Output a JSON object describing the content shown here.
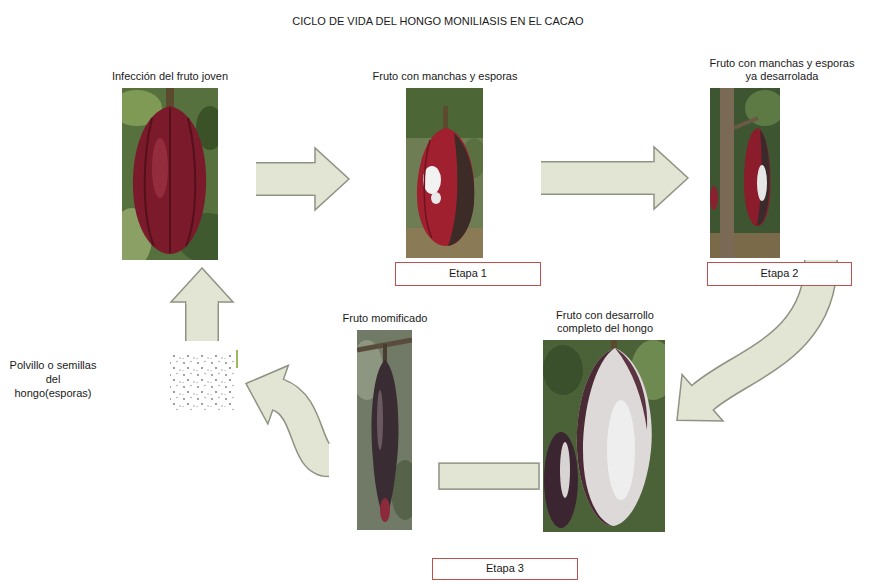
{
  "diagram": {
    "title": "CICLO DE VIDA DEL HONGO MONILIASIS EN EL CACAO",
    "nodes": [
      {
        "text": [
          "Infección del fruto joven"
        ]
      },
      {
        "text": [
          "Fruto con manchas y esporas"
        ]
      },
      {
        "text": [
          "Etapa 1"
        ]
      },
      {
        "text": [
          "Fruto con manchas y esporas ya desarrolada"
        ]
      },
      {
        "text": [
          "Etapa 2"
        ]
      },
      {
        "text": [
          "Fruto con desarrollo completo del hongo"
        ]
      },
      {
        "text": [
          "Fruto momificado"
        ]
      },
      {
        "text": [
          "Polvillo o semillas del hongo(esporas)"
        ]
      },
      {
        "text": [
          "Etapa 3"
        ]
      }
    ],
    "edges": [
      {
        "from": 0,
        "to": 1,
        "arrow": "to"
      },
      {
        "from": 1,
        "to": 3,
        "arrow": "to"
      },
      {
        "from": 3,
        "to": 5,
        "arrow": "to"
      },
      {
        "from": 5,
        "to": 6,
        "arrow": "none"
      },
      {
        "from": 6,
        "to": 7,
        "arrow": "to"
      },
      {
        "from": 7,
        "to": 0,
        "arrow": "to"
      }
    ]
  }
}
